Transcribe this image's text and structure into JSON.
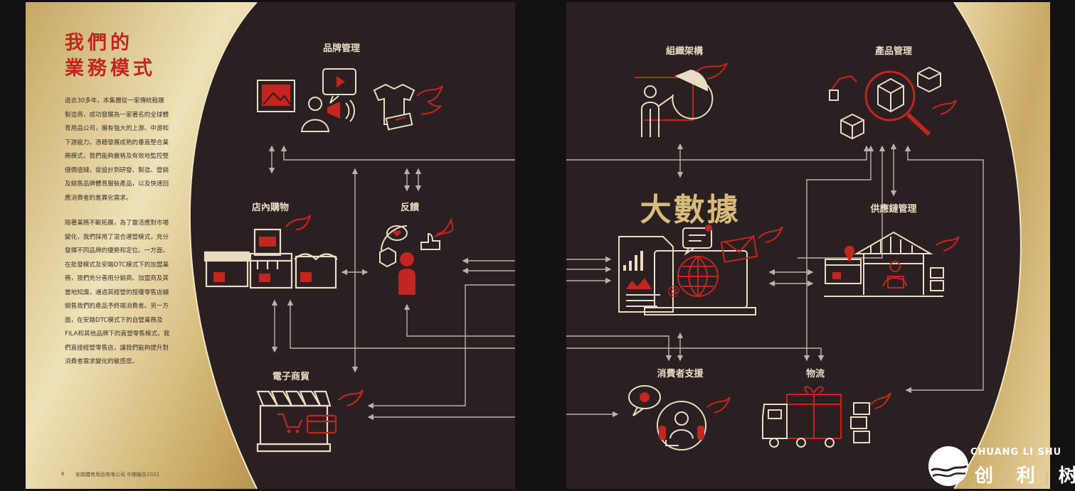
{
  "left_page": {
    "title_lines": [
      "我們的",
      "業務模式"
    ],
    "paragraph1": "過去30多年，本集團從一家傳統鞋履製造商，成功發展為一家著名的全球體育用品公司，擁有強大的上游、中游和下游能力。憑藉發展成熟的垂直整合業務模式，我們能夠嚴格及有效地監控整個價值鏈，從設計到研發、製造、營銷及銷售品牌體育服裝產品，以及快速回應消費者的差異化需求。",
    "paragraph2": "隨著業務不斷拓展，為了靈活應對市場變化，我們採用了混合運營模式，充分發揮不同品牌的優勢和定位。一方面，在批發模式及安踏DTC模式下的加盟業務，我們充分善用分銷商、加盟商及其當地知識，通過其經營的授權零售店鋪銷售我們的產品予終端消費者。另一方面，在安踏DTC模式下的自營業務及FILA和其他品牌下的直營零售模式，我們直接經營零售店，讓我們能夠提升對消費者需求變化的敏感度。",
    "footer_page": "6",
    "footer_text": "安踏體育用品有限公司 中期報告2022",
    "nodes": {
      "brand_management": "品牌管理",
      "in_store_shopping": "店內購物",
      "feedback": "反饋",
      "ecommerce": "電子商貿"
    }
  },
  "right_page": {
    "center_label": "大數據",
    "nodes": {
      "org_structure": "組織架構",
      "product_management": "產品管理",
      "supply_chain": "供應鏈管理",
      "consumer_support": "消費者支援",
      "logistics": "物流"
    }
  },
  "watermark": {
    "text_en": "CHUANG LI SHU",
    "chars": [
      "创",
      "利",
      "树"
    ],
    "separator": "|"
  },
  "colors": {
    "background": "#141112",
    "page_dark": "#2a2022",
    "gold": "#d8bb7c",
    "red": "#c3251f",
    "icon_line": "#e8dcc4",
    "arrow": "#b7b2ad"
  }
}
